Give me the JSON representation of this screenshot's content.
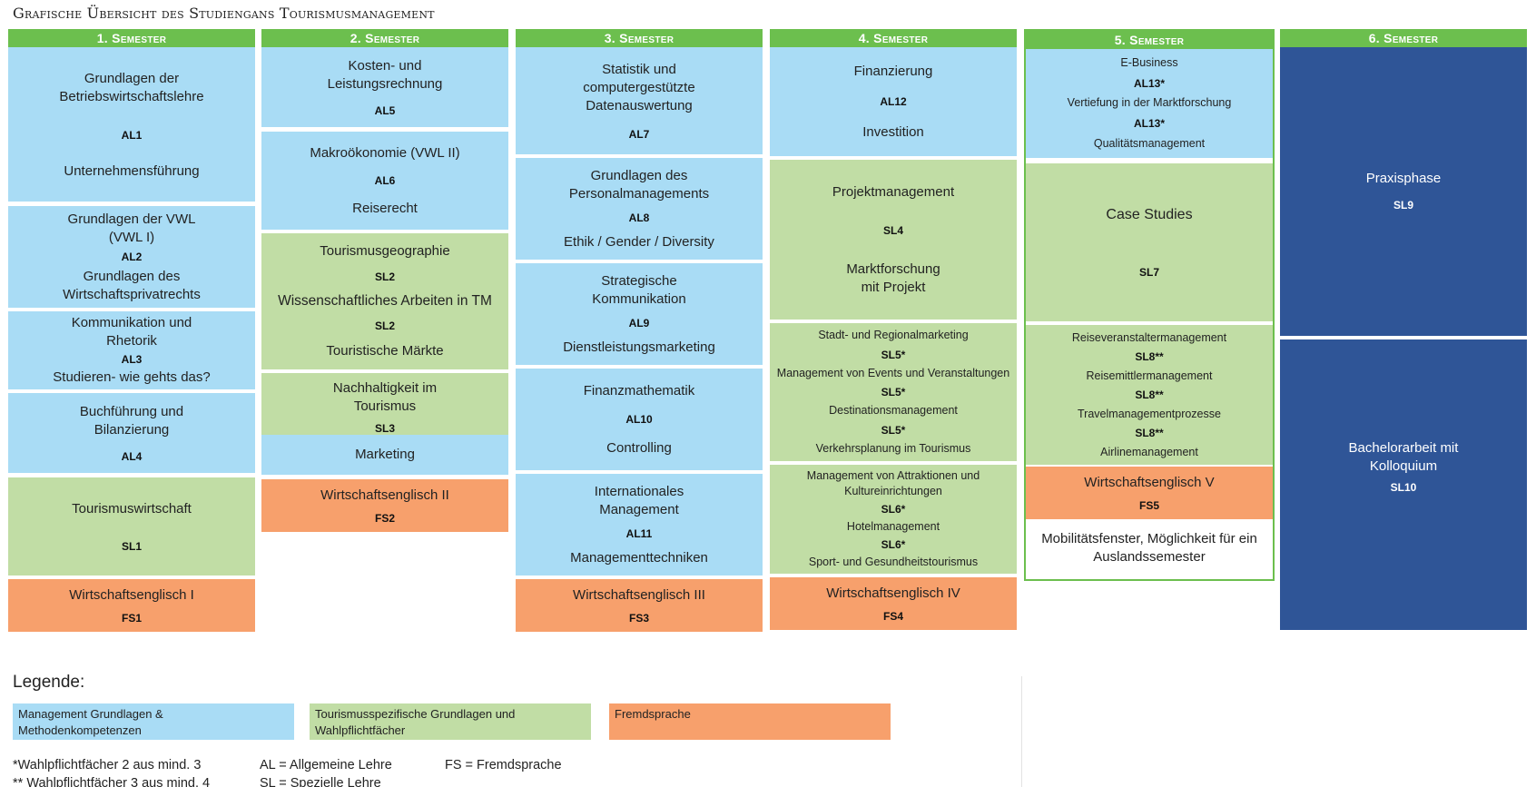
{
  "title": "Grafische Übersicht des Studiengans Tourismusmanagement",
  "semesters": [
    "1. Semester",
    "2. Semester",
    "3. Semester",
    "4. Semester",
    "5. Semester",
    "6. Semester"
  ],
  "s1": {
    "b1_t1": "Grundlagen der Betriebswirtschaftslehre",
    "b1_code": "AL1",
    "b1_t2": "Unternehmensführung",
    "b2_t1": "Grundlagen der VWL (VWL I)",
    "b2_code": "AL2",
    "b2_t2": "Grundlagen des Wirtschaftsprivatrechts",
    "b3_t1": "Kommunikation und Rhetorik",
    "b3_code": "AL3",
    "b3_t2": "Studieren- wie gehts das?",
    "b4_t1": "Buchführung und Bilanzierung",
    "b4_code": "AL4",
    "b5_t1": "Tourismuswirtschaft",
    "b5_code": "SL1",
    "b6_t1": "Wirtschaftsenglisch I",
    "b6_code": "FS1"
  },
  "s2": {
    "b1_t1": "Kosten- und Leistungsrechnung",
    "b1_code": "AL5",
    "b2_t1": "Makroökonomie (VWL II)",
    "b2_code": "AL6",
    "b2_t2": "Reiserecht",
    "b3_t1": "Tourismusgeographie",
    "b3_code1": "SL2",
    "b3_t2": "Wissenschaftliches Arbeiten in TM",
    "b3_code2": "SL2",
    "b3_t3": "Touristische Märkte",
    "b4_t1": "Nachhaltigkeit im Tourismus",
    "b4_code": "SL3",
    "b4_t2": "Marketing",
    "b5_t1": "Wirtschaftsenglisch II",
    "b5_code": "FS2"
  },
  "s3": {
    "b1_t1": "Statistik und computergestützte Datenauswertung",
    "b1_code": "AL7",
    "b2_t1": "Grundlagen des Personalmanagements",
    "b2_code": "AL8",
    "b2_t2": "Ethik / Gender / Diversity",
    "b3_t1": "Strategische Kommunikation",
    "b3_code": "AL9",
    "b3_t2": "Dienstleistungsmarketing",
    "b4_t1": "Finanzmathematik",
    "b4_code": "AL10",
    "b4_t2": "Controlling",
    "b5_t1": "Internationales Management",
    "b5_code": "AL11",
    "b5_t2": "Managementtechniken",
    "b6_t1": "Wirtschaftsenglisch III",
    "b6_code": "FS3"
  },
  "s4": {
    "b1_t1": "Finanzierung",
    "b1_code": "AL12",
    "b1_t2": "Investition",
    "b2_t1": "Projektmanagement",
    "b2_code": "SL4",
    "b2_t2": "Marktforschung mit Projekt",
    "b3_t1": "Stadt- und Regionalmarketing",
    "b3_code1": "SL5*",
    "b3_t2": "Management von Events und Veranstaltungen",
    "b3_code2": "SL5*",
    "b3_t3": "Destinationsmanagement",
    "b3_code3": "SL5*",
    "b3_t4": "Verkehrsplanung im Tourismus",
    "b4_t1": "Management von Attraktionen und Kultureinrichtungen",
    "b4_code1": "SL6*",
    "b4_t2": "Hotelmanagement",
    "b4_code2": "SL6*",
    "b4_t3": "Sport- und Gesundheitstourismus",
    "b5_t1": "Wirtschaftsenglisch IV",
    "b5_code": "FS4"
  },
  "s5": {
    "b1_t1": "E-Business",
    "b1_code1": "AL13*",
    "b1_t2": "Vertiefung in der Marktforschung",
    "b1_code2": "AL13*",
    "b1_t3": "Qualitätsmanagement",
    "b2_t1": "Case Studies",
    "b2_code": "SL7",
    "b3_t1": "Reiseveranstaltermanagement",
    "b3_code1": "SL8**",
    "b3_t2": "Reisemittlermanagement",
    "b3_code2": "SL8**",
    "b3_t3": "Travelmanagementprozesse",
    "b3_code3": "SL8**",
    "b3_t4": "Airlinemanagement",
    "b4_t1": "Wirtschaftsenglisch V",
    "b4_code": "FS5",
    "b5_t1": "Mobilitätsfenster, Möglichkeit für ein Auslandssemester"
  },
  "s6": {
    "b1_t1": "Praxisphase",
    "b1_code": "SL9",
    "b2_t1": "Bachelorarbeit mit Kolloquium",
    "b2_code": "SL10"
  },
  "legend": {
    "title": "Legende:",
    "blue": "Management Grundlagen & Methodenkompetenzen",
    "green": "Tourismusspezifische Grundlagen und Wahlpflichtfächer",
    "orange": "Fremdsprache",
    "note1": "*Wahlpflichtfächer 2 aus mind. 3",
    "note2": "** Wahlpflichtfächer 3 aus mind. 4",
    "al": "AL = Allgemeine Lehre",
    "sl": "SL = Spezielle Lehre",
    "fs": "FS = Fremdsprache"
  },
  "colors": {
    "blue": "#a9dcf5",
    "green": "#c1dda5",
    "orange": "#f7a06c",
    "navy": "#2f5597",
    "header": "#6cbf4e"
  }
}
